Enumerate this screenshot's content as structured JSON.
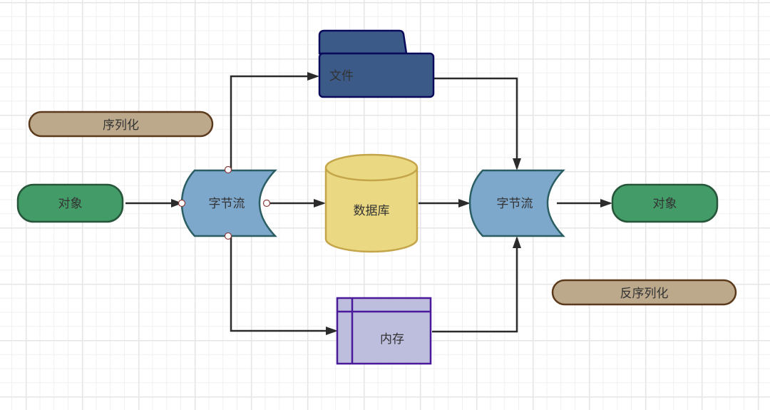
{
  "diagram": {
    "title": "Serialization / Deserialization flow",
    "nodes": {
      "object_left": {
        "label": "对象",
        "shape": "rounded-rect",
        "fill": "#439B67",
        "stroke": "#26553A"
      },
      "serialize_tag": {
        "label": "序列化",
        "shape": "pill",
        "fill": "#BCA98C",
        "stroke": "#5A3A1A"
      },
      "bytestream_left": {
        "label": "字节流",
        "shape": "tape",
        "fill": "#7DA7CB",
        "stroke": "#2A5E63"
      },
      "file": {
        "label": "文件",
        "shape": "folder",
        "fill": "#3B5A88",
        "stroke": "#0A0A5A"
      },
      "database": {
        "label": "数据库",
        "shape": "cylinder",
        "fill": "#EAD883",
        "stroke": "#C4A54A"
      },
      "memory": {
        "label": "内存",
        "shape": "internal-storage",
        "fill": "#BDBDDE",
        "stroke": "#4A1A9A"
      },
      "bytestream_right": {
        "label": "字节流",
        "shape": "tape",
        "fill": "#7DA7CB",
        "stroke": "#2A5E63"
      },
      "object_right": {
        "label": "对象",
        "shape": "rounded-rect",
        "fill": "#439B67",
        "stroke": "#26553A"
      },
      "deserialize_tag": {
        "label": "反序列化",
        "shape": "pill",
        "fill": "#BCA98C",
        "stroke": "#5A3A1A"
      }
    },
    "edges": [
      {
        "from": "对象",
        "to": "字节流"
      },
      {
        "from": "字节流",
        "to": "文件"
      },
      {
        "from": "字节流",
        "to": "数据库"
      },
      {
        "from": "字节流",
        "to": "内存"
      },
      {
        "from": "文件",
        "to": "字节流"
      },
      {
        "from": "数据库",
        "to": "字节流"
      },
      {
        "from": "内存",
        "to": "字节流"
      },
      {
        "from": "字节流",
        "to": "对象"
      }
    ],
    "edge_color": "#2B2B2B",
    "port_color": "#8B3A3A"
  }
}
